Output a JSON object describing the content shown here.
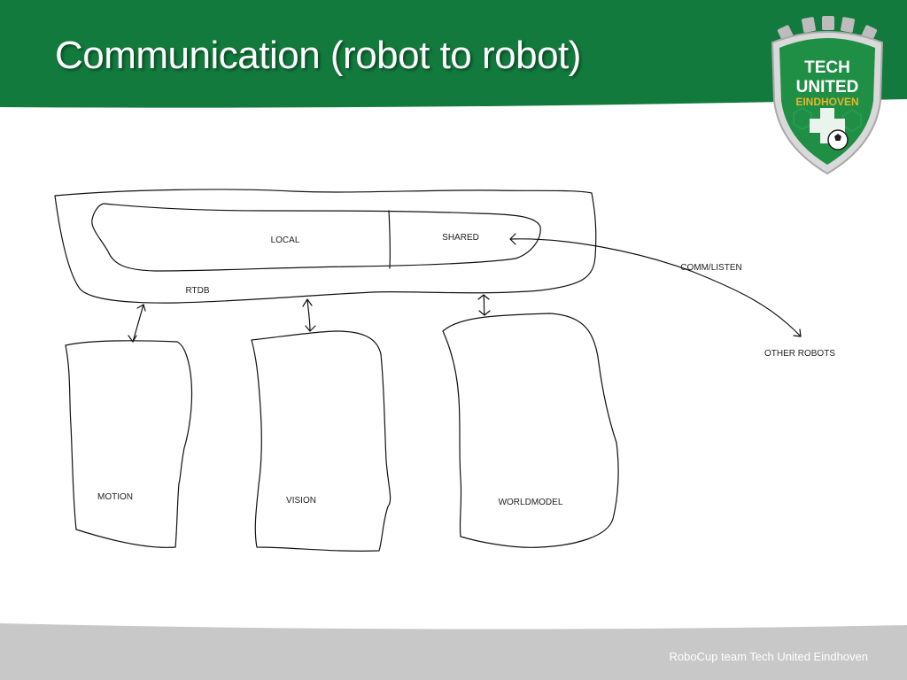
{
  "slide": {
    "title": "Communication (robot to robot)",
    "footer": "RoboCup team Tech United Eindhoven"
  },
  "logo": {
    "line1": "TECH",
    "line2": "UNITED",
    "line3": "EINDHOVEN"
  },
  "diagram": {
    "local_label": "LOCAL",
    "shared_label": "SHARED",
    "rtdb_label": "RTDB",
    "comm_label": "COMM/LISTEN",
    "other_robots_label": "OTHER ROBOTS",
    "motion_label": "MOTION",
    "vision_label": "VISION",
    "worldmodel_label": "WORLDMODEL"
  },
  "colors": {
    "header_green": "#127a3c",
    "footer_gray": "#c8c8c8",
    "logo_gold": "#e9b526"
  }
}
